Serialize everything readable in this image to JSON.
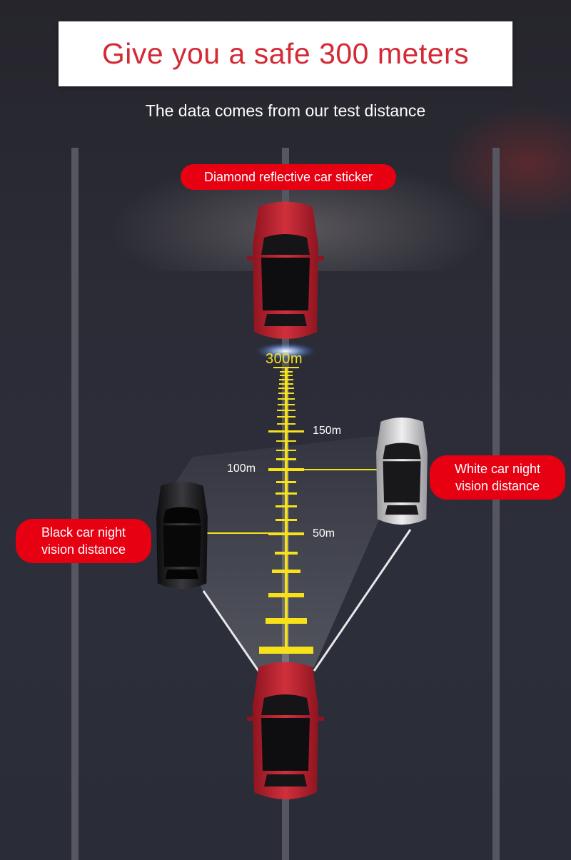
{
  "header": {
    "title": "Give you a safe 300 meters",
    "subtitle": "The data comes from our test distance"
  },
  "labels": {
    "sticker": "Diamond reflective car sticker",
    "white_car_line1": "White car night",
    "white_car_line2": "vision distance",
    "black_car_line1": "Black car night",
    "black_car_line2": "vision distance"
  },
  "scale": {
    "max": "300m",
    "mark_150": "150m",
    "mark_100": "100m",
    "mark_50": "50m"
  },
  "colors": {
    "title_red": "#d32a36",
    "pill_red": "#e60012",
    "ruler_yellow": "#f7e21a",
    "red_car": "#c0202f",
    "white_car": "#d8d8da",
    "black_car": "#1c1c1e"
  }
}
